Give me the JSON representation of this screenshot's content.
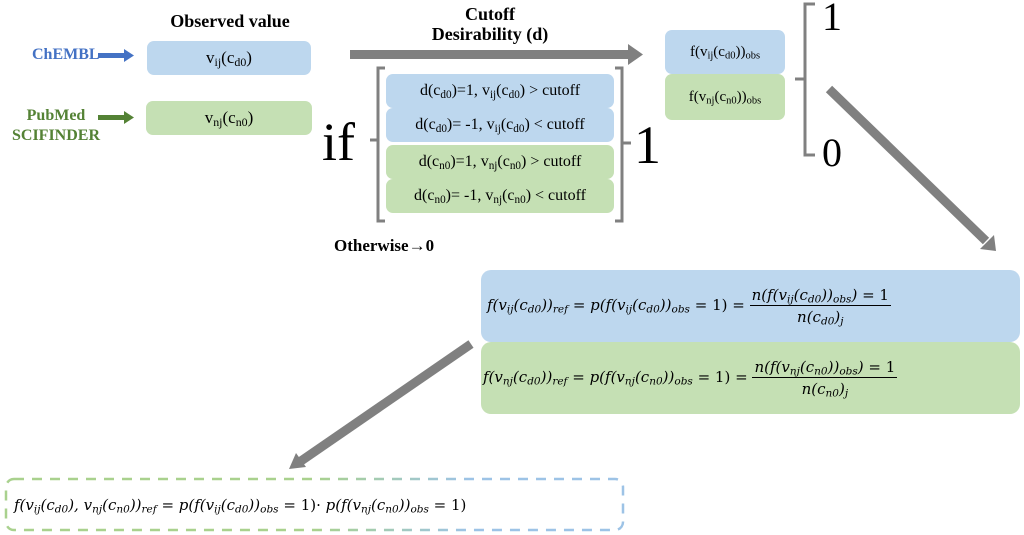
{
  "header": {
    "observed_value_title": "Observed value",
    "cutoff_title_line1": "Cutoff",
    "cutoff_title_line2": "Desirability (d)"
  },
  "sources": [
    {
      "name": "ChEMBL",
      "color": "#4472c4"
    },
    {
      "name_line1": "PubMed",
      "name_line2": "SCIFINDER",
      "color": "#548235"
    }
  ],
  "observed": {
    "blue": {
      "base": "v",
      "sub1": "ij",
      "mid": "(c",
      "sub2": "d0",
      "end": ")"
    },
    "green": {
      "base": "v",
      "sub1": "nj",
      "mid": "(c",
      "sub2": "n0",
      "end": ")"
    }
  },
  "condition_block": {
    "if_label": "if",
    "result_label": "1",
    "otherwise_label": "Otherwise→0",
    "conditions": [
      {
        "d_sub": "d0",
        "d_val": "=1, ",
        "v_sub": "ij",
        "c_sub": "d0",
        "op": " > cutoff",
        "group": "blue"
      },
      {
        "d_sub": "d0",
        "d_val": "= -1, ",
        "v_sub": "ij",
        "c_sub": "d0",
        "op": " < cutoff",
        "group": "blue"
      },
      {
        "d_sub": "n0",
        "d_val": "=1, ",
        "v_sub": "nj",
        "c_sub": "n0",
        "op": " > cutoff",
        "group": "green"
      },
      {
        "d_sub": "n0",
        "d_val": "= -1, ",
        "v_sub": "nj",
        "c_sub": "n0",
        "op": " < cutoff",
        "group": "green"
      }
    ]
  },
  "obs_functions": {
    "blue": {
      "v_sub": "ij",
      "c_sub": "d0",
      "suffix": "obs"
    },
    "green": {
      "v_sub": "nj",
      "c_sub": "n0",
      "suffix": "obs"
    },
    "outcome_top": "1",
    "outcome_bottom": "0"
  },
  "ref_formulas": {
    "blue": {
      "lhs_v": "ij",
      "lhs_c": "d0",
      "p_v": "ij",
      "p_c": "d0",
      "num_v": "ij",
      "num_c": "d0",
      "den_c": "d0"
    },
    "green": {
      "lhs_v": "nj",
      "lhs_c": "d0",
      "p_v": "nj",
      "p_c": "n0",
      "num_v": "nj",
      "num_c": "n0",
      "den_c": "n0"
    }
  },
  "combined_formula": {
    "v1": "ij",
    "c1": "d0",
    "v2": "nj",
    "c2": "n0"
  },
  "colors": {
    "blue_fill": "#bdd7ee",
    "green_fill": "#c5e0b4",
    "arrow_gray": "#808080",
    "dashed_blue": "#9dc3e6",
    "dashed_green": "#a9d18e"
  }
}
